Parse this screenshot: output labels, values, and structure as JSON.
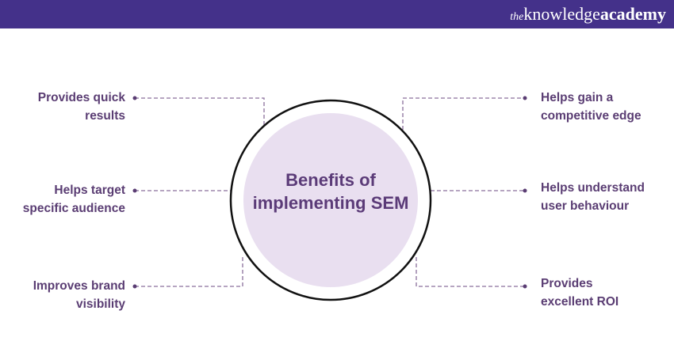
{
  "brand": {
    "prefix": "the",
    "name_light": "knowledge",
    "name_bold": "academy",
    "color": "#44318a"
  },
  "center": {
    "title": "Benefits of implementing SEM"
  },
  "benefits_left": [
    "Provides quick results",
    "Helps target specific audience",
    "Improves brand visibility"
  ],
  "benefits_right": [
    "Helps gain a competitive edge",
    "Helps understand user behaviour",
    "Provides excellent ROI"
  ]
}
